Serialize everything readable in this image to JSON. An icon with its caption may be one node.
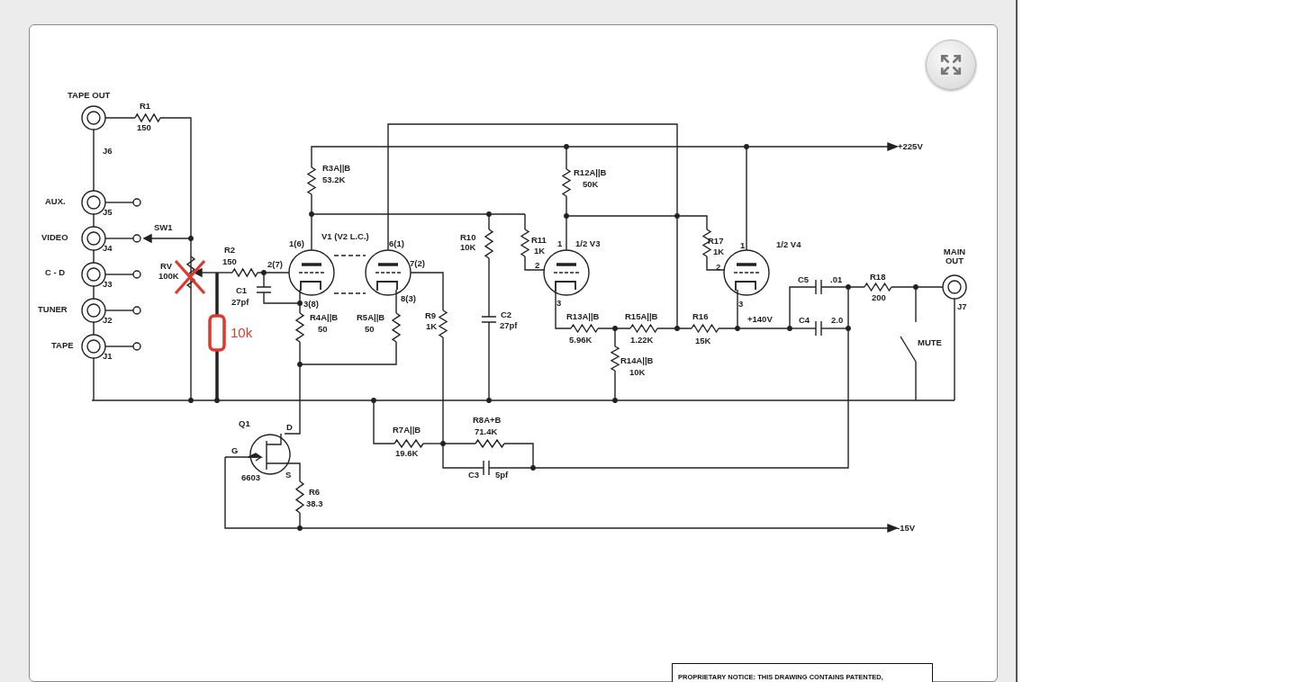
{
  "diagram": {
    "labels": [
      "TAPE OUT",
      "R1",
      "150",
      "J6",
      "+225V",
      "R3A||B",
      "53.2K",
      "R12A||B",
      "50K",
      "AUX.",
      "J5",
      "SW1",
      "VIDEO",
      "R10",
      "10K",
      "V1 (V2 L.C.)",
      "R11",
      "1K",
      "R17",
      "1K",
      "1(6)",
      "6(1)",
      "1",
      "1/2 V3",
      "1",
      "1/2 V4",
      "MAIN OUT",
      "R2",
      "150",
      "J4",
      "2(7)",
      "7(2)",
      "2",
      "2",
      "C - D",
      "RV",
      "100K",
      "C5",
      ".01",
      "R18",
      "J3",
      "C1",
      "8(3)",
      "3(8)",
      "3",
      "3",
      "27pf",
      "200",
      "J7",
      "TUNER",
      "J2",
      "R4A||B",
      "R5A||B",
      "R9",
      "C2",
      "R13A||B",
      "R15A||B",
      "R16",
      "+140V",
      "C4",
      "2.0",
      "50",
      "50",
      "1K",
      "27pf",
      "10k",
      "5.96K",
      "1.22K",
      "15K",
      "TAPE",
      "MUTE",
      "J1",
      "R14A||B",
      "10K",
      "Q1",
      "D",
      "R7A||B",
      "R8A+B",
      "71.4K",
      "G",
      "19.6K",
      "6603",
      "S",
      "C3",
      "5pf",
      "R6",
      "38.3",
      "-15V",
      "PROPRIETARY NOTICE:  THIS DRAWING CONTAINS PATENTED,"
    ]
  }
}
